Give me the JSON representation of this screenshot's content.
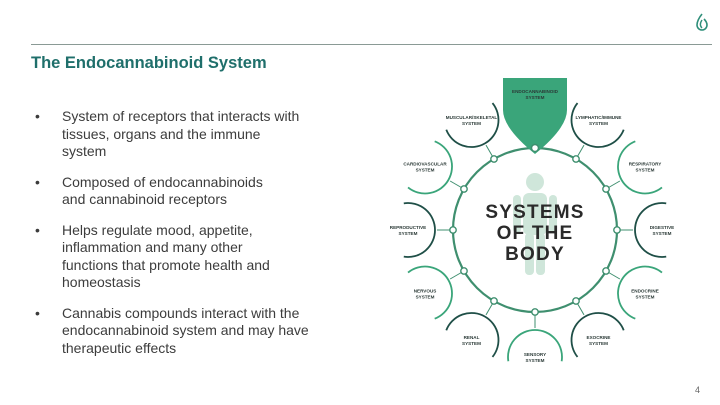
{
  "slide": {
    "title": "The Endocannabinoid System",
    "page_number": "4",
    "bullet_glyph": "•"
  },
  "bullets": [
    {
      "lines": [
        "System of receptors that interacts  with",
        "tissues, organs and the immune",
        "system"
      ]
    },
    {
      "lines": [
        "Composed of endocannabinoids",
        "and cannabinoid receptors"
      ]
    },
    {
      "lines": [
        "Helps regulate mood, appetite,",
        "inflammation and many other",
        "functions that promote health and",
        "homeostasis"
      ]
    },
    {
      "lines": [
        "Cannabis compounds interact with the",
        "endocannabinoid system and may  have",
        "therapeutic effects"
      ]
    }
  ],
  "diagram": {
    "center_lines": [
      "SYSTEMS",
      "OF THE",
      "BODY"
    ],
    "top_node": [
      "ENDOCANNABINOID",
      "SYSTEM"
    ],
    "nodes": [
      {
        "lines": [
          "LYMPHATIC/IMMUNE",
          "SYSTEM"
        ]
      },
      {
        "lines": [
          "RESPIRATORY",
          "SYSTEM"
        ]
      },
      {
        "lines": [
          "DIGESTIVE",
          "SYSTEM"
        ]
      },
      {
        "lines": [
          "ENDOCRINE",
          "SYSTEM"
        ]
      },
      {
        "lines": [
          "EXOCRINE",
          "SYSTEM"
        ]
      },
      {
        "lines": [
          "SENSORY",
          "SYSTEM"
        ]
      },
      {
        "lines": [
          "RENAL",
          "SYSTEM"
        ]
      },
      {
        "lines": [
          "NERVOUS",
          "SYSTEM"
        ]
      },
      {
        "lines": [
          "REPRODUCTIVE",
          "SYSTEM"
        ]
      },
      {
        "lines": [
          "CARDIOVASCULAR",
          "SYSTEM"
        ]
      },
      {
        "lines": [
          "MUSCULAR/SKELETAL",
          "SYSTEM"
        ]
      }
    ],
    "colors": {
      "green": "#3aa57a",
      "dark": "#1f4f47",
      "ring": "#3f8f6f"
    },
    "icon": "cannabis-leaf-drop-icon"
  }
}
